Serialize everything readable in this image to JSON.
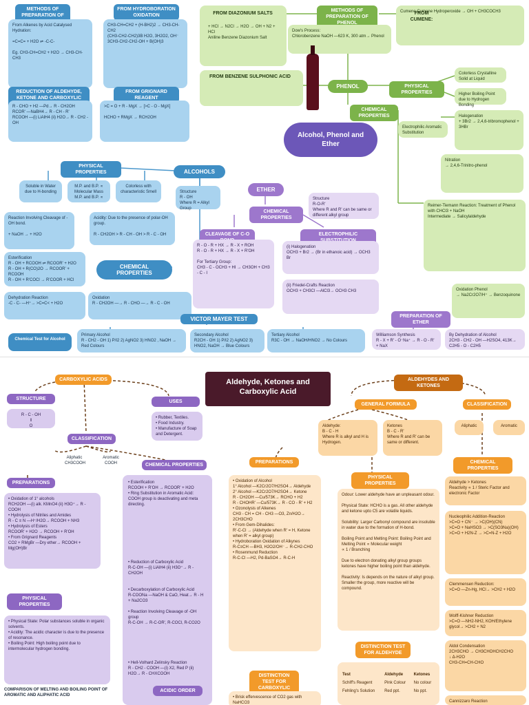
{
  "top": {
    "methods_alcohol": "Methods of Preparation of Alcohols",
    "hydroboration": "From Hydroboration Oxidation",
    "alkenes_box": "From Alkenes by Acid Catalysed Hydration:\n\n=C=C= + H2O ⇌ -C-C-\n\nEg. CH3-CH=CH2 + H2O → CH3-CH-CH3",
    "hydroboration_box": "CH3-CH=CH2 + (H-BH2)2 → CH3-CH-CH2\n(CH3-CH2-CH2)3B  H2O, 3H2O2, OH⁻\n3CH3-CH2-CH2-OH + B(OH)3",
    "reduction_hdr": "Reduction of Aldehyde, Ketone and Carboxylic Acid",
    "grignard_hdr": "From Grignard Reagent",
    "reduction_box": "R - CHO + H2 —Pd→ R - CH2OH\nRCOR' —NaBH4→ R - CH - R'\nRCOOH —(i) LiAlH4 (ii) H2O→ R - CH2 - OH",
    "grignard_box": ">C = O + R - MgX → [>C - O - MgX]\n\nHCHO + RMgX → RCH2OH",
    "physical_hdr": "Physical Properties",
    "alcohols_pill": "Alcohols",
    "phys1": "Soluble in Water due to H-bonding",
    "phys2": "M.P. and B.P. ∝ Molecular Mass M.P. and B.P. ∝",
    "phys3": "Colorless with characteristic Smell",
    "structure_box": "Structure\nR - OH\nWhere R = Alkyl Group",
    "reaction_cleavage": "Reaction Involving Cleavage of -OH bond.\n\n+ NaOH → + H2O",
    "acidity": "Acidity: Due to the presence of polar-OH group.\n\nR - CH2OH > R - CH - OH > R - C - OH",
    "esterification": "Esterification\nR - OH + RCOOH ⇌ RCOOR' + H2O\nR - OH + R(CO)2O → RCOOR' + RCOOH\nR - OH + R'COCl → R'COOR + HCl",
    "chem_props_pill": "Chemical Properties",
    "dehydration": "Dehydration Reaction\n-C - C- —H⁺→ >C=C< + H2O",
    "oxidation": "Oxidation\nR - CH2OH —→ R - CHO —→ R - C - OH",
    "victor": "Victor Mayer Test",
    "chem_test": "Chemical Test for Alcohol",
    "vm_primary": "Primary Alcohol\nR - CH2 - OH  1) P/I2  2) AgNO2  3) HNO2 , NaOH → Red Colours",
    "vm_secondary": "Secondary Alcohol\nR2CH - OH  1) P/I2 2) AgNO2 3) HNO2, NaOH → Blue Colours",
    "vm_tertiary": "Tertiary Alcohol\nR3C - OH → NaOH/HNO2 → No Colours",
    "diazonium_hdr": "From Diazonium Salts",
    "phenol_methods_hdr": "Methods of Preparation of Phenol",
    "cumene_hdr": "From Cumene:",
    "diazonium_box": "+ HCl → N2Cl → H2O → OH + N2 + HCl\nAniline   Benzene Diazonium Salt",
    "dows": "Dow's Process:\nChlorobenzene  NaOH —623 K, 300 atm→ Phenol",
    "cumene_box": "Cumene   Cumene Hydroperoxide   → OH + CH3COCH3",
    "sulphonic_hdr": "From Benzene Sulphonic Acid",
    "phenol_pill": "Phenol",
    "phenol_phys_hdr": "Physical Properties",
    "phenol_phys1": "Colorless Crystalline Solid at Liquid",
    "phenol_phys2": "Higher Boiling Point due to Hydrogen Bonding",
    "phenol_chem_hdr": "Chemical Properties",
    "electrophilic": "Electrophilic Aromatic Substitution",
    "halogenation": "Halogenation\n+ 3Br2 → 2,4,6-tribromophenol + 3HBr",
    "nitration": "Nitration\n→ 2,4,6-Trinitro-phenol",
    "reimer": "Reimer-Tiemann Reaction: Treatment of Phenol with CHCl3 + NaOH\nIntermediate  → Salicylaldehyde",
    "oxidation_phenol": "Oxidation Phenol\n→ Na2Cr2O7/H⁺ → Benzoquinone",
    "main_title": "Alcohol, Phenol and Ether",
    "ether_pill": "Ether",
    "ether_structure": "Structure\nR-O-R'\nWhere R and R' can be same or different alkyl group",
    "ether_chem_hdr": "Chemical Properties",
    "cleavage_hdr": "Cleavage of C-O Bond",
    "electrophilic_ether_hdr": "Electrophilic Substitution",
    "cleavage_box": "R - O - R + HX → R - X + ROH\nR - O - R + HX → R - X + R'OH\n\nFor Tertiary Group:\nCH3 - C - OCH3 + HI → CH3OH + CH3 - C - I",
    "halogenation_ether": "(i) Halogenation\nOCH3 + Br2 → (Br in ethanoic acid) → OCH3 Br",
    "friedel": "(ii) Friedel-Crafts Reaction\nOCH3 + CH3Cl —AlCl3→ OCH3 CH3",
    "prep_ether_hdr": "Preparation of Ether",
    "williamson": "Williamson Synthesis\nR - X + R' - O⁻Na⁺ → R - O - R' + NaX",
    "dehydration_ether": "By Dehydration of Alcohol\n2CH3 - CH2 - OH —H2SO4, 413K→ C2H5 - O - C2H5"
  },
  "bottom": {
    "title": "Aldehyde, Ketones and Carboxylic Acid",
    "carboxylic_hdr": "Carboxylic Acids",
    "ald_ket_hdr": "Aldehydes and Ketones",
    "structure_hdr": "Structure",
    "structure_body": "R - C - OH\n‖\nO",
    "uses_hdr": "Uses",
    "uses_body": "• Rubber, Textiles.\n• Food Industry.\n• Manufacture of Soap and Detergent.",
    "classification_hdr": "Classification",
    "aliphatic": "Aliphatic\nCH3COOH",
    "aromatic": "Aromatic\nCOOH",
    "chem_props_hdr": "Chemical Properties",
    "esterification": "• Esterification\nRCOOH + R'OH → RCOOR' + H2O\n• Ring Substitution in Aromatic Acid: COOH group is deactivating and meta directing.",
    "reduction": "• Reduction of Carboxylic Acid\nR-C-OH —(i) LiAlH4 (ii) H3O⁺→ R - CH2OH",
    "decarboxylation": "• Decarboxylation of Carboxylic Acid\nR-COONa —NaOH & CaO, Heat→ R - H + Na2CO3",
    "cleavage": "• Reaction Involving Cleavage of -OH group\nR-C-OH → R-C-OR', R-COCl, R-CO2O",
    "hvz": "• Hell-Volhard Zelinsky Reaction\nR - CH2 - COOH —(i) X2, Red P (ii) H2O→ R - CHXCOOH",
    "prep_hdr": "Preparations",
    "prep_body": "• Oxidation of 1° alcohols\nRCH2OH —(i) alk. KMnO4 (ii) H3O⁺→ R - COOH\n• Hydrolysis of Nitriles and Amides\nR - C ≡ N —H⁺/H2O→ RCOOH + NH3\n• Hydrolysis of Esters\nRCOOR' + H2O → RCOOH + R'OH\n• From Grignard Reagents\nCO2 + RMgBr —Dry ether→ RCOOH + Mg(OH)Br",
    "phys_hdr": "Physical Properties",
    "phys_body": "• Physical State: Polar substances soluble in organic solvents.\n• Acidity: The acidic character is due to the presence of resonance.\n• Boiling Point: High boiling point due to intermolecular hydrogen bonding.",
    "comparison": "COMPARISON OF MELTING AND BOILING POINT OF AROMATIC AND ALIPHATIC ACID",
    "acidic_order_hdr": "Acidic Order",
    "mid_prep_hdr": "Preparations",
    "mid_prep_body": "• Oxidation of Alcohol\n1° Alcohol —K2Cr2O7/H2SO4→ Aldehyde\n2° Alcohol —K2Cr2O7/H2SO4→ Ketone\nR - CH2OH —Cu/573K→ RCHO + H2\nR - CHOHR' —Cu/573K→ R - CO - R' + H2\n• Ozonolysis of Alkenes\nCH3 - CH = CH - CH3 —O3, Zn/H2O→ 2CH3CHO\n• From Gem-Dihalides:\nR'-C-Cl → (Aldehyde when R' = H, Ketone when R' = alkyl group)\n• Hydroboration Oxidation of Alkynes\nR-C≡CH —BH3, H2O2/OH⁻→ R-CH2-CHO\n• Rosenmund Reduction\nR-C-Cl —H2, Pd-BaSO4→ R-C-H",
    "distinction_carboxylic": "Distinction Test for Carboxylic Acid",
    "brisk": "• Brisk effervescence of CO2 gas with NaHCO3",
    "general_formula_hdr": "General Formula",
    "aldehyde_formula": "Aldehyde:\nB - C - H\nWhere R is alkyl and H is Hydrogen.",
    "ketone_formula": "Ketones\nB - C - R'\nWhere R and R' can be same or different.",
    "ak_phys_hdr": "Physical Properties",
    "ak_phys_body": "Odour: Lower aldehyde have an unpleasant odour.\n\nPhysical State: HCHO is a gas. All other aldehyde and ketone upto C5 are volatile liquids.\n\nSolubility: Larger Carbonyl compound are insoluble in water due to the formation of H-bond.\n\nBoiling Point and Melting Point: Boiling Point and Melting Point ∝ Molecular weight\n∝ 1 / Branching\n\nDue to electron donating alkyl group groups ketones have higher boiling point than aldehyde.\n\nReactivity: Is depends on the nature of alkyl group. Smaller the group, more reactive will be compound.",
    "distinction_ak": "Distinction Test for Aldehyde",
    "dist_table": {
      "headers": [
        "Test",
        "Aldehyde",
        "Ketones"
      ],
      "rows": [
        [
          "Schiff's Reagent",
          "Pink Colour",
          "No colour"
        ],
        [
          "Fehling's Solution",
          "Red ppt.",
          "No ppt."
        ]
      ]
    },
    "classif_hdr": "Classification",
    "classif_aliphatic": "Aliphatic",
    "classif_aromatic": "Aromatic",
    "ak_chem_hdr": "Chemical Properties",
    "reactivity": "Aldehyde > Ketones\nReactivity ∝ 1 / Steric Factor and electronic Factor",
    "nucleophilic": "Nucleophilic Addition-Reaction\n>C=O + CN⁻ → >C(OH)(CN)\n>C=O + NaHSO3 → >C(SO3Na)(OH)\n>C=O + H2N-Z → >C=N-Z + H2O",
    "clemmensen": "Clemmensen Reduction:\n>C=O —Zn-Hg, HCl→ >CH2 + H2O",
    "wolff": "Wolff-Kishner Reduction\n>C=O —NH2-NH2, KOH/Ethylene glycol→ >CH2 + N2",
    "aldol": "Aldol Condensation\n2CH3CHO → CH3CHOHCH2CHO\n↓ Δ-H2O\nCH3-CH=CH-CHO",
    "cannizzaro": "Cannizzaro Reaction"
  }
}
